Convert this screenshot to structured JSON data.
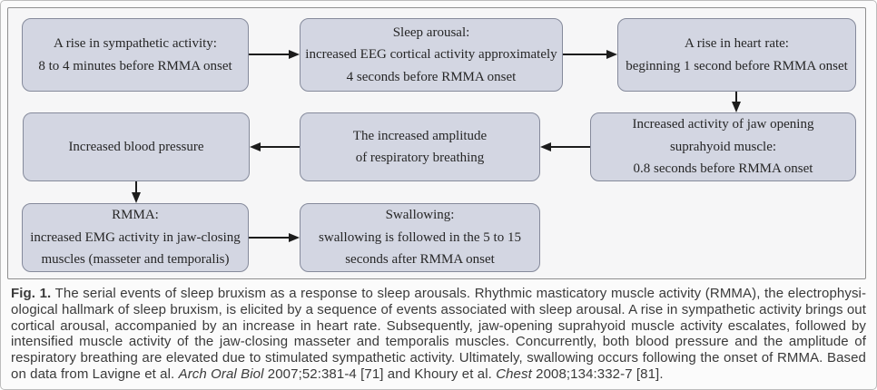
{
  "flowchart": {
    "boxes": [
      {
        "id": "sympathetic-activity",
        "lines": [
          "A rise in sympathetic activity:",
          "8 to 4 minutes before RMMA onset"
        ]
      },
      {
        "id": "sleep-arousal",
        "lines": [
          "Sleep arousal:",
          "increased EEG cortical activity approximately",
          "4 seconds before RMMA onset"
        ]
      },
      {
        "id": "heart-rate",
        "lines": [
          "A rise in heart rate:",
          "beginning 1 second before RMMA onset"
        ]
      },
      {
        "id": "suprahyoid-muscle",
        "lines": [
          "Increased activity of jaw opening",
          "suprahyoid muscle:",
          "0.8 seconds before RMMA onset"
        ]
      },
      {
        "id": "respiratory-breathing",
        "lines": [
          "The increased amplitude",
          "of respiratory breathing"
        ]
      },
      {
        "id": "blood-pressure",
        "lines": [
          "Increased blood pressure"
        ]
      },
      {
        "id": "rmma",
        "lines": [
          "RMMA:",
          "increased EMG activity in jaw-closing",
          "muscles (masseter and temporalis)"
        ]
      },
      {
        "id": "swallowing",
        "lines": [
          "Swallowing:",
          "swallowing is followed in the 5 to 15",
          "seconds after RMMA onset"
        ]
      }
    ],
    "arrows": [
      {
        "from": "sympathetic-activity",
        "to": "sleep-arousal",
        "direction": "right"
      },
      {
        "from": "sleep-arousal",
        "to": "heart-rate",
        "direction": "right"
      },
      {
        "from": "heart-rate",
        "to": "suprahyoid-muscle",
        "direction": "down"
      },
      {
        "from": "suprahyoid-muscle",
        "to": "respiratory-breathing",
        "direction": "left"
      },
      {
        "from": "respiratory-breathing",
        "to": "blood-pressure",
        "direction": "left"
      },
      {
        "from": "blood-pressure",
        "to": "rmma",
        "direction": "down"
      },
      {
        "from": "rmma",
        "to": "swallowing",
        "direction": "right"
      }
    ]
  },
  "caption": {
    "label": "Fig. 1.",
    "body_1": " The serial events of sleep bruxism as a response to sleep arousals. Rhythmic masticatory muscle activity (RMMA), the electrophysi­ological hallmark of sleep bruxism, is elicited by a sequence of events associated with sleep arousal. A rise in sympathetic activity brings out cortical arousal, accompanied by an increase in heart rate. Subsequently, jaw-opening suprahyoid muscle activity escalates, followed by intensified muscle activity of the jaw-closing masseter and temporalis muscles. Concurrently, both blood pressure and the amplitude of respiratory breathing are elevated due to stimulated sympathetic activity. Ultimately, swallowing occurs following the onset of RMMA. Based on data from Lavigne et al. ",
    "ref_1": "Arch Oral Biol",
    "body_2": " 2007;52:381-4 [71] and Khoury et al. ",
    "ref_2": "Chest",
    "body_3": " 2008;134:332-7 [81]."
  },
  "colors": {
    "box_fill": "#d3d6e2",
    "box_border": "#858a9b",
    "panel_background": "#f6f6f7",
    "panel_border": "#8f8f8f",
    "page_background": "#fbfbfb",
    "arrow": "#1c1c1c",
    "caption_text": "#3a3a3a"
  }
}
